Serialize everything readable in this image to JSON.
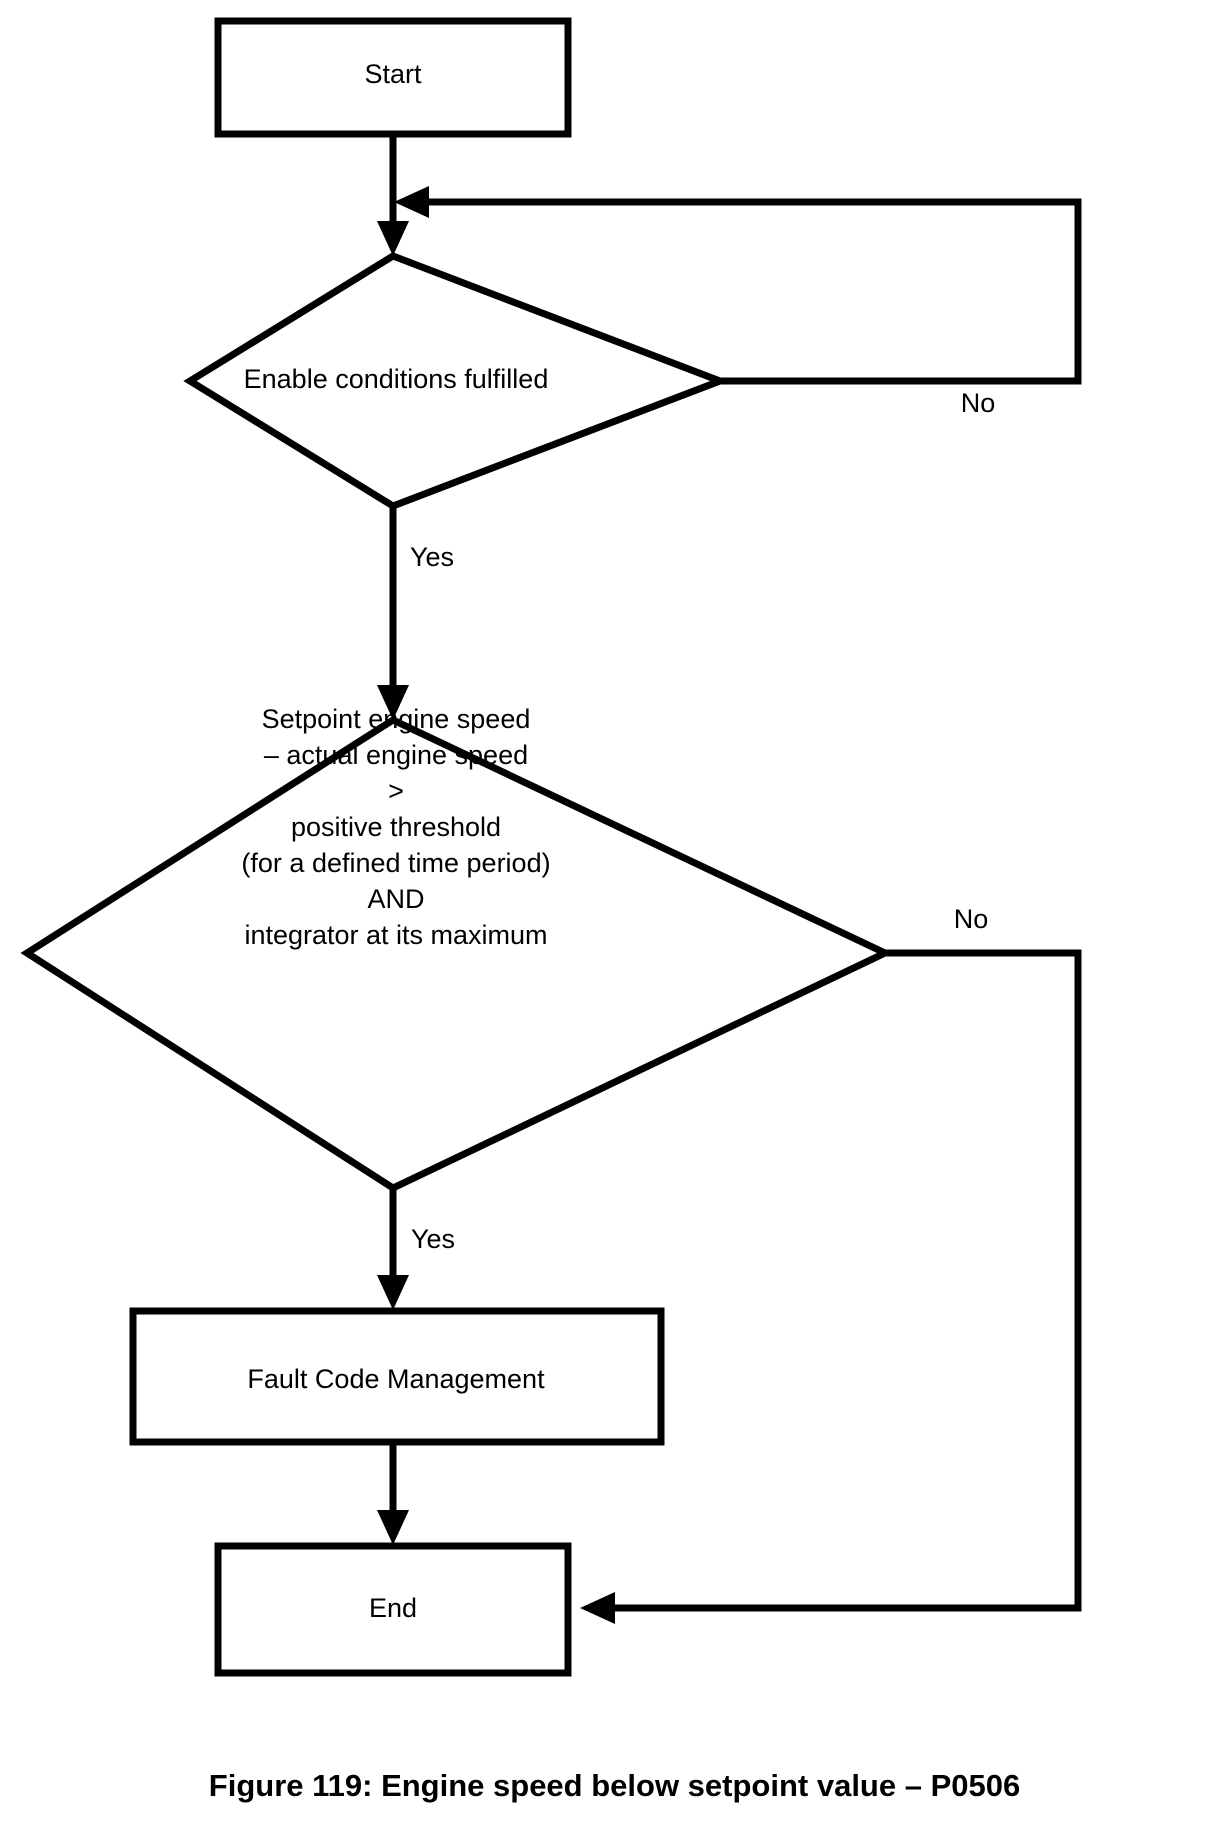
{
  "figure": {
    "caption": "Figure 119: Engine speed below setpoint value – P0506"
  },
  "diagram": {
    "type": "flowchart",
    "title": "Engine speed below setpoint value – P0506",
    "nodes": [
      {
        "id": "start",
        "shape": "rectangle",
        "label": "Start"
      },
      {
        "id": "enable-conditions",
        "shape": "diamond",
        "label": "Enable conditions fulfilled"
      },
      {
        "id": "speed-condition",
        "shape": "diamond",
        "lines": [
          "Setpoint engine speed",
          "– actual engine speed",
          ">",
          "positive threshold",
          "(for a defined time period)",
          "AND",
          "integrator at its maximum"
        ]
      },
      {
        "id": "fault-code-management",
        "shape": "rectangle",
        "label": "Fault Code Management"
      },
      {
        "id": "end",
        "shape": "rectangle",
        "label": "End"
      }
    ],
    "edges": [
      {
        "from": "start",
        "to": "enable-conditions",
        "label": ""
      },
      {
        "from": "enable-conditions",
        "to": "enable-conditions",
        "label": "No"
      },
      {
        "from": "enable-conditions",
        "to": "speed-condition",
        "label": "Yes"
      },
      {
        "from": "speed-condition",
        "to": "end",
        "label": "No"
      },
      {
        "from": "speed-condition",
        "to": "fault-code-management",
        "label": "Yes"
      },
      {
        "from": "fault-code-management",
        "to": "end",
        "label": ""
      }
    ],
    "labels": {
      "no_enable": "No",
      "yes_enable": "Yes",
      "no_speed": "No",
      "yes_speed": "Yes"
    },
    "colors": {
      "stroke": "#000000",
      "fill": "#ffffff",
      "text": "#000000"
    }
  }
}
